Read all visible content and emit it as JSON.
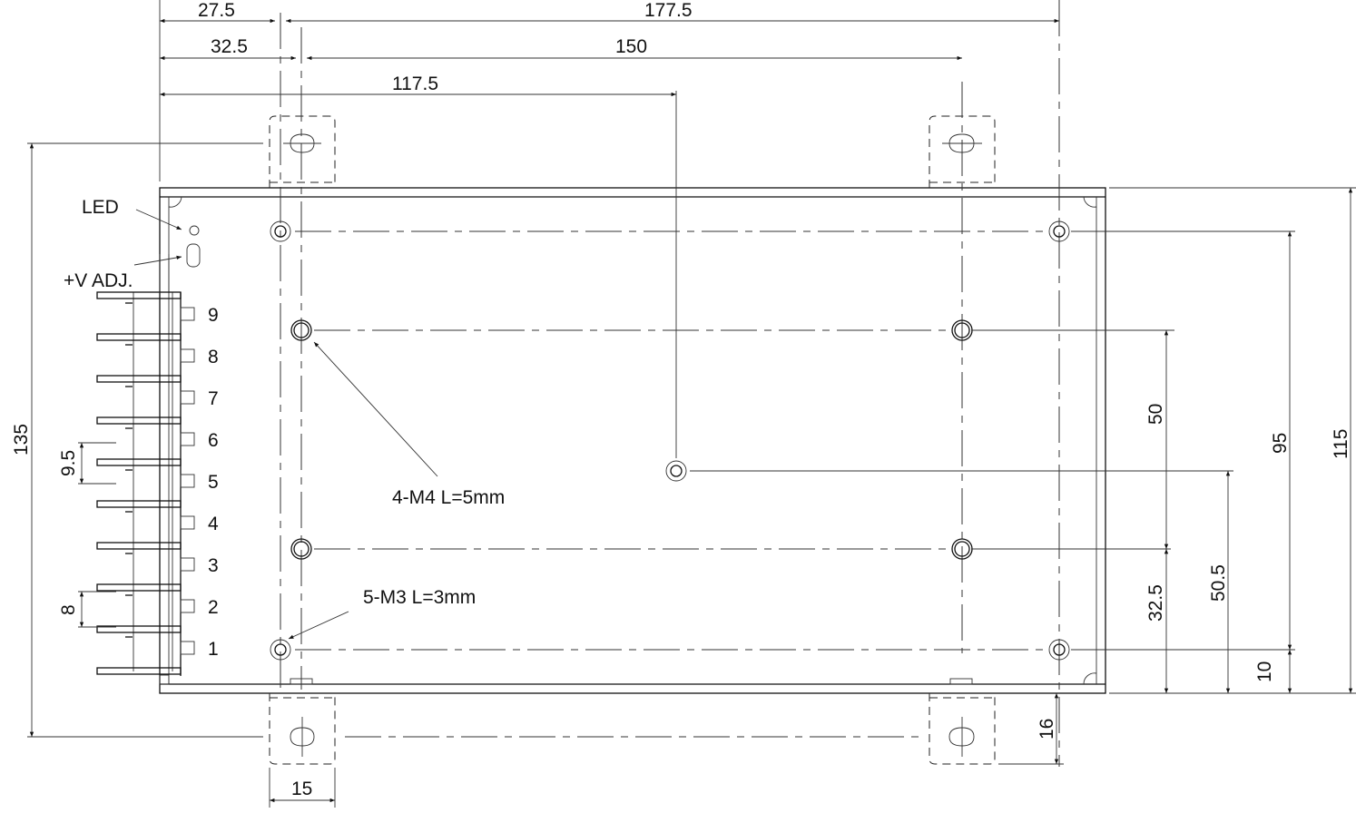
{
  "drawing": {
    "labels": {
      "led": "LED",
      "vadj": "+V ADJ.",
      "m4_note": "4-M4 L=5mm",
      "m3_note": "5-M3 L=3mm"
    },
    "terminals": [
      "9",
      "8",
      "7",
      "6",
      "5",
      "4",
      "3",
      "2",
      "1"
    ],
    "dimensions": {
      "top_27_5": "27.5",
      "top_177_5": "177.5",
      "top_32_5": "32.5",
      "top_150": "150",
      "top_117_5": "117.5",
      "left_135": "135",
      "left_9_5": "9.5",
      "left_8": "8",
      "bottom_15": "15",
      "right_16": "16",
      "right_50": "50",
      "right_32_5": "32.5",
      "right_50_5": "50.5",
      "right_95": "95",
      "right_10": "10",
      "right_115": "115"
    }
  }
}
